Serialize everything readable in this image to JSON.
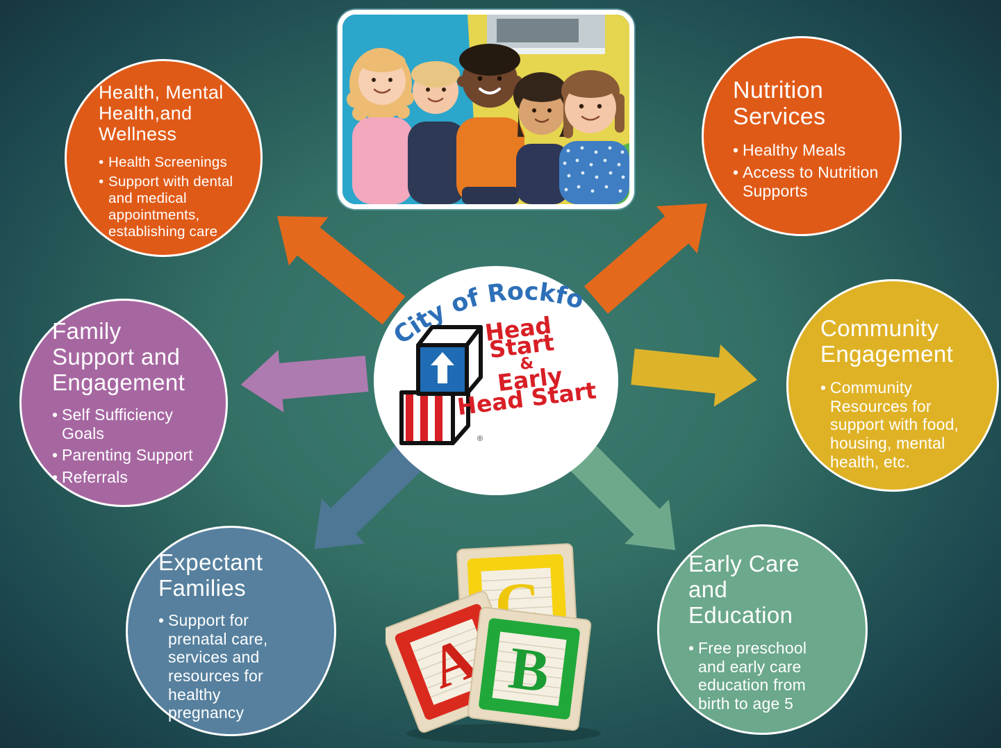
{
  "colors": {
    "background_center": "#3D7D71",
    "background_edge": "#152F39",
    "orange": "#E05A17",
    "orange_arrow": "#E4691C",
    "purple": "#A667A1",
    "purple_arrow": "#AE7BB0",
    "gold": "#DFB226",
    "gold_arrow": "#DDB32C",
    "slate": "#56809E",
    "slate_arrow": "#4E7795",
    "green": "#6BA88C",
    "green_arrow": "#6FA98C",
    "logo_blue": "#2D6FB8",
    "logo_red": "#D81F26",
    "white": "#FFFFFF"
  },
  "circles": {
    "health": {
      "title_lines": [
        "Health, Mental",
        "Health,and",
        "Wellness"
      ],
      "bullets": [
        "Health Screenings",
        "Support with dental and medical appointments, establishing care"
      ]
    },
    "nutrition": {
      "title_lines": [
        "Nutrition",
        "Services"
      ],
      "bullets": [
        "Healthy Meals",
        "Access to Nutrition Supports"
      ]
    },
    "family": {
      "title_lines": [
        "Family",
        "Support and",
        "Engagement"
      ],
      "bullets": [
        "Self Sufficiency Goals",
        "Parenting Support",
        "Referrals"
      ]
    },
    "community": {
      "title_lines": [
        "Community",
        "Engagement"
      ],
      "bullets": [
        "Community Resources for support with food, housing, mental health, etc."
      ]
    },
    "expectant": {
      "title_lines": [
        "Expectant",
        "Families"
      ],
      "bullets": [
        "Support for prenatal care, services and resources for healthy pregnancy"
      ]
    },
    "early": {
      "title_lines": [
        "Early Care",
        "and",
        "Education"
      ],
      "bullets": [
        "Free preschool and early care education from birth to age 5"
      ]
    }
  },
  "logo": {
    "arc_text": "City of Rockford",
    "lines": [
      "Head",
      "Start",
      "&",
      "Early",
      "Head Start"
    ],
    "registered": "®"
  },
  "blocks": {
    "letters": [
      "C",
      "A",
      "B"
    ]
  }
}
